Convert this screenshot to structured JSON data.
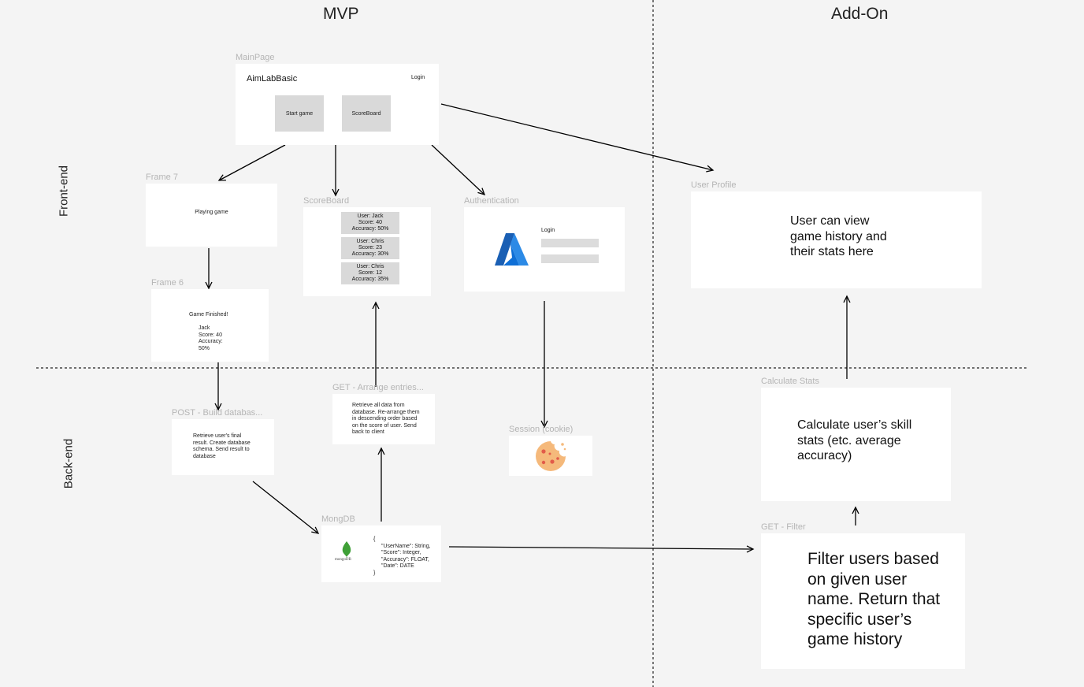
{
  "columns": {
    "mvp": "MVP",
    "addon": "Add-On"
  },
  "rows": {
    "frontend": "Front-end",
    "backend": "Back-end"
  },
  "main_page": {
    "label": "MainPage",
    "title": "AimLabBasic",
    "login": "Login",
    "start_game": "Start game",
    "scoreboard": "ScoreBoard"
  },
  "frame7": {
    "label": "Frame 7",
    "text": "Playing game"
  },
  "frame6": {
    "label": "Frame 6",
    "heading": "Game Finished!",
    "lines": [
      "Jack",
      "Score: 40",
      "Accuracy:",
      "50%"
    ]
  },
  "scoreboard": {
    "label": "ScoreBoard",
    "entries": [
      {
        "user": "User: Jack",
        "score": "Score: 40",
        "accuracy": "Accuracy: 50%"
      },
      {
        "user": "User: Chris",
        "score": "Score: 23",
        "accuracy": "Accuracy: 30%"
      },
      {
        "user": "User: Chris",
        "score": "Score: 12",
        "accuracy": "Accuracy: 35%"
      }
    ]
  },
  "authentication": {
    "label": "Authentication",
    "login": "Login"
  },
  "user_profile": {
    "label": "User Profile",
    "text": "User can view game history and their stats here"
  },
  "post_build": {
    "label": "POST - Build databas...",
    "text": "Retrieve user's final result. Create database schema. Send result to database"
  },
  "get_arrange": {
    "label": "GET - Arrange entries...",
    "text": "Retrieve all data from database. Re-arrange them in descending order based on the score of user. Send back to client"
  },
  "session": {
    "label": "Session (cookie)"
  },
  "mongodb": {
    "label": "MongDB",
    "logo_text": "mongoDB",
    "schema_lines": [
      "{",
      "\"UserName\": String,",
      "\"Score\": Integer,",
      "\"Accuracy\": FLOAT,",
      "\"Date\": DATE",
      "}"
    ]
  },
  "calculate_stats": {
    "label": "Calculate Stats",
    "text": "Calculate user’s skill stats (etc. average accuracy)"
  },
  "get_filter": {
    "label": "GET - Filter",
    "text": "Filter users based on given user name. Return that specific user’s game history"
  },
  "colors": {
    "background": "#f4f4f4",
    "frame": "#ffffff",
    "placeholder": "#d9d9d9",
    "label": "#b5b5b5",
    "azure_blue": "#0f6fd6",
    "cookie": "#f5b97b",
    "mongo_green": "#3fa037"
  }
}
